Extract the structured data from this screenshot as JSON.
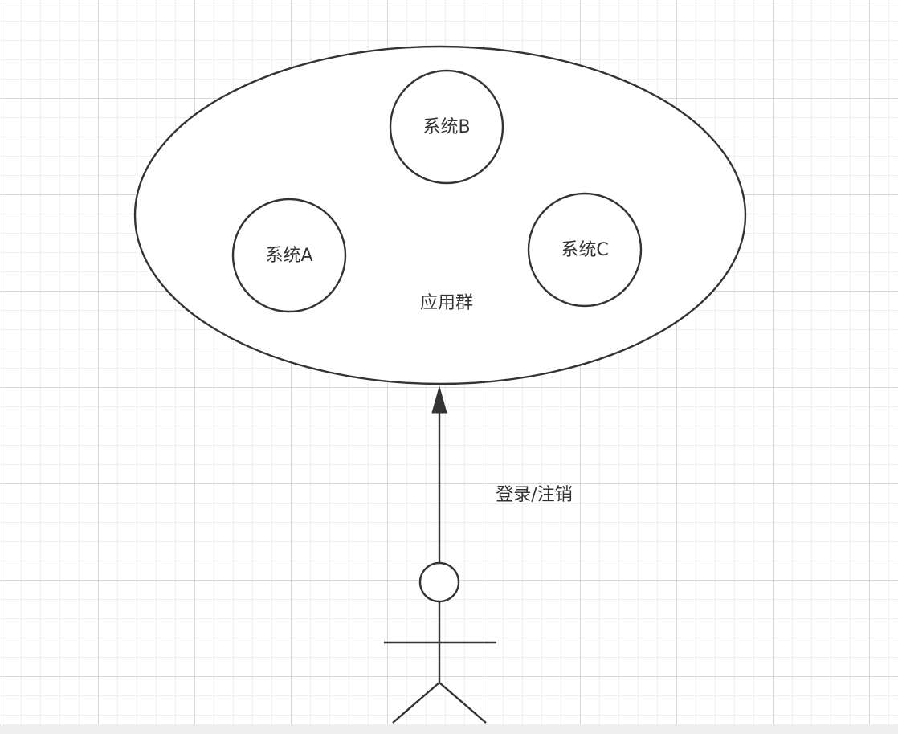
{
  "diagram": {
    "cluster_label": "应用群",
    "nodes": [
      {
        "id": "system-a",
        "label": "系统A"
      },
      {
        "id": "system-b",
        "label": "系统B"
      },
      {
        "id": "system-c",
        "label": "系统C"
      }
    ],
    "edge_label": "登录/注销",
    "colors": {
      "stroke": "#333333",
      "text": "#333333",
      "grid_major": "#d8d8d8",
      "grid_minor": "#efefef"
    }
  }
}
